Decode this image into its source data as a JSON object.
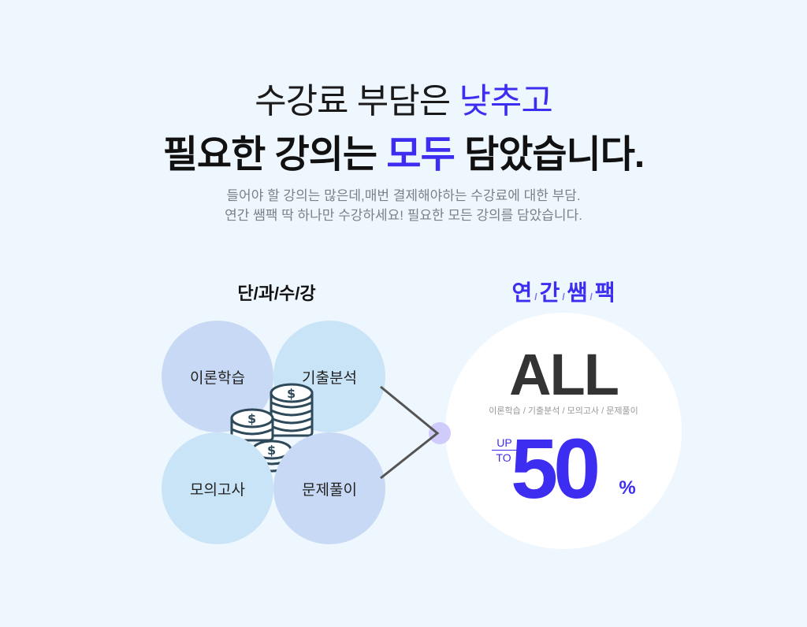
{
  "headline": {
    "line1_prefix": "수강료 부담은 ",
    "line1_accent": "낮추고",
    "line2_prefix": "필요한 강의는 ",
    "line2_accent": "모두",
    "line2_suffix": " 담았습니다."
  },
  "subtext": {
    "line1": "들어야 할 강의는 많은데,매번 결제해야하는 수강료에 대한 부담.",
    "line2": "연간 쌤팩 딱 하나만 수강하세요! 필요한 모든 강의를 담았습니다."
  },
  "left": {
    "title": "단/과/수/강",
    "circles": [
      "이론학습",
      "기출분석",
      "모의고사",
      "문제풀이"
    ]
  },
  "right": {
    "title_parts": [
      "연",
      "간",
      "쌤",
      "팩"
    ],
    "separator": "/",
    "big": "ALL",
    "categories": "이론학습 / 기출분석 / 모의고사 / 문제풀이",
    "up": "UP",
    "to": "TO",
    "discount": "50",
    "percent": "%"
  },
  "colors": {
    "accent": "#3d2df0",
    "background": "#eff7fe"
  }
}
